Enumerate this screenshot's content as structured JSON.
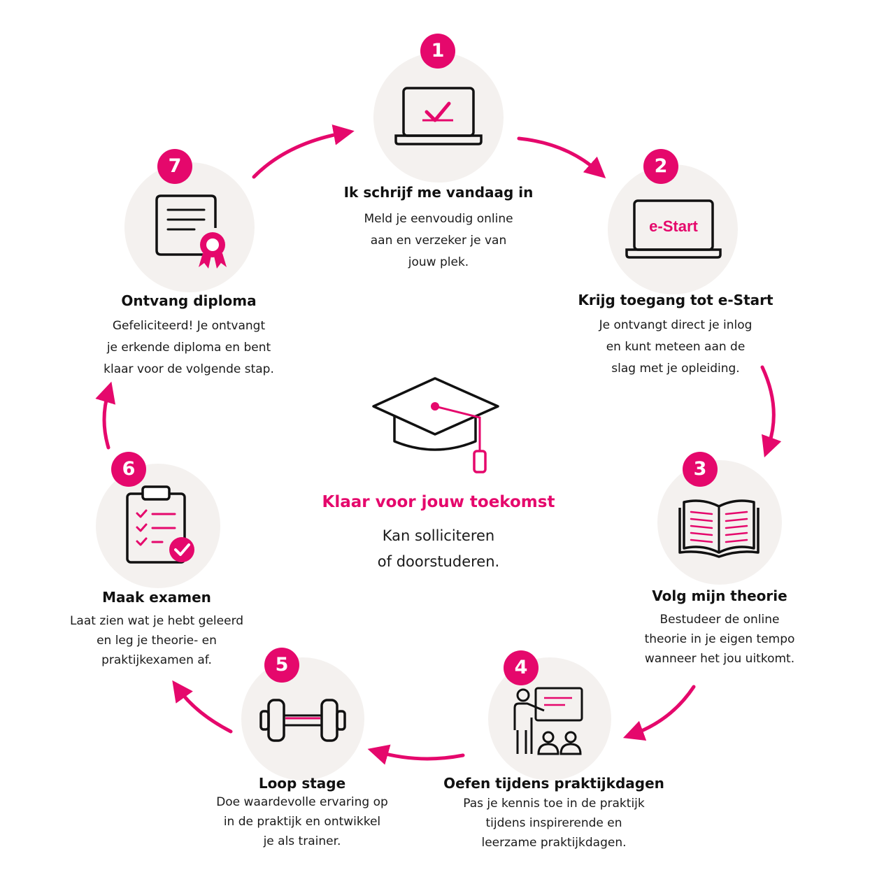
{
  "accent_color": "#e5086c",
  "steps": [
    {
      "number": "1",
      "title": "Ik schrijf me vandaag in",
      "lines": [
        "Meld je eenvoudig online",
        "aan en verzeker je van",
        "jouw plek."
      ],
      "icon": "laptop-check-icon"
    },
    {
      "number": "2",
      "title": "Krijg toegang tot e-Start",
      "lines": [
        "Je ontvangt direct je inlog",
        "en kunt meteen aan de",
        "slag met je opleiding."
      ],
      "icon": "laptop-estart-icon",
      "screen_label": "e-Start"
    },
    {
      "number": "3",
      "title": "Volg mijn theorie",
      "lines": [
        "Bestudeer de online",
        "theorie in je eigen tempo",
        "wanneer het jou uitkomt."
      ],
      "icon": "open-book-icon"
    },
    {
      "number": "4",
      "title": "Oefen tijdens praktijkdagen",
      "lines": [
        "Pas je kennis toe in de praktijk",
        "tijdens inspirerende en",
        "leerzame praktijkdagen."
      ],
      "icon": "presentation-icon"
    },
    {
      "number": "5",
      "title": "Loop stage",
      "lines": [
        "Doe waardevolle ervaring op",
        "in de praktijk en ontwikkel",
        "je als trainer."
      ],
      "icon": "dumbbell-icon"
    },
    {
      "number": "6",
      "title": "Maak examen",
      "lines": [
        "Laat zien wat je hebt geleerd",
        "en leg je theorie- en",
        "praktijkexamen af."
      ],
      "icon": "clipboard-check-icon"
    },
    {
      "number": "7",
      "title": "Ontvang diploma",
      "lines": [
        "Gefeliciteerd! Je ontvangt",
        "je erkende diploma en bent",
        "klaar voor de volgende stap."
      ],
      "icon": "diploma-icon"
    }
  ],
  "center": {
    "title": "Klaar voor jouw toekomst",
    "lines": [
      "Kan solliciteren",
      "of doorstuderen."
    ],
    "icon": "graduation-cap-icon"
  }
}
